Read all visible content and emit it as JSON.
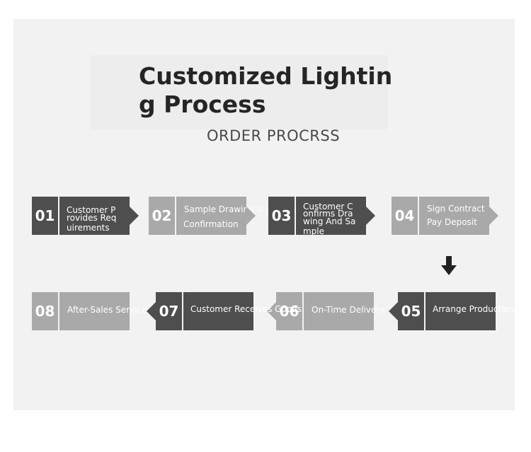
{
  "title": "Customized Lighting Process",
  "subtitle": "ORDER PROCRSS",
  "colors": {
    "dark": "#4e4e4e",
    "light": "#a9a9a9",
    "panel": "#f2f2f2"
  },
  "steps": [
    {
      "num": "01",
      "lines": [
        "Customer P",
        "rovides Req",
        "uirements"
      ]
    },
    {
      "num": "02",
      "lines": [
        "Sample Drawing Is Created",
        "Confirmation"
      ]
    },
    {
      "num": "03",
      "lines": [
        "Customer C",
        "onfirms Dra",
        "wing And Sa",
        "mple"
      ]
    },
    {
      "num": "04",
      "lines": [
        "Sign Contract",
        "Pay Deposit"
      ]
    },
    {
      "num": "05",
      "lines": [
        "Arrange Production"
      ]
    },
    {
      "num": "06",
      "lines": [
        "On-Time Delivery"
      ]
    },
    {
      "num": "07",
      "lines": [
        "Customer Receives Goods"
      ]
    },
    {
      "num": "08",
      "lines": [
        "After-Sales Service"
      ]
    }
  ]
}
